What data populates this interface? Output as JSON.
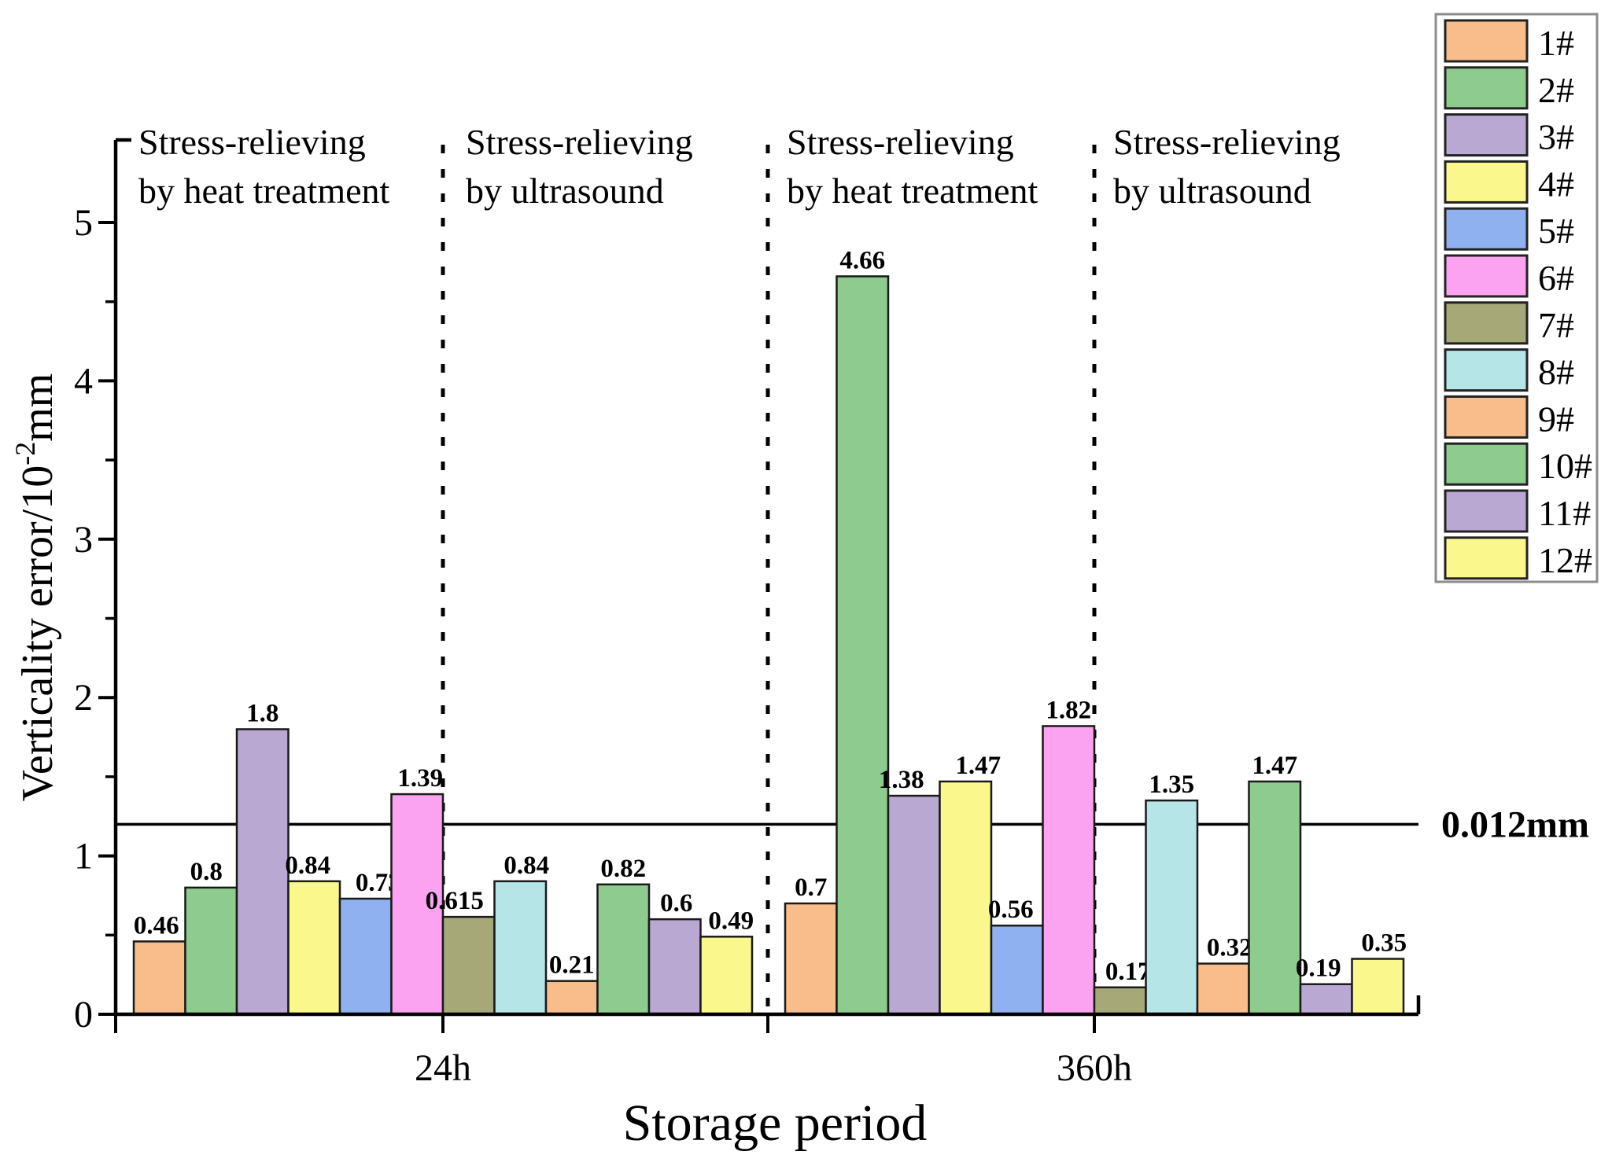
{
  "chart_data": {
    "type": "bar",
    "title": "",
    "xlabel": "Storage period",
    "ylabel": "Verticality error/10-2mm",
    "ylabel_parts": {
      "prefix": "Verticality error/10",
      "superscript": "-2",
      "suffix": "mm"
    },
    "ylim": [
      0,
      5.52
    ],
    "yticks": [
      "0",
      "1",
      "2",
      "3",
      "4",
      "5"
    ],
    "yminor": [
      0.5,
      1.5,
      2.5,
      3.5,
      4.5
    ],
    "grid": "off",
    "legend_position": "outside-right-top",
    "series_labels": [
      "1#",
      "2#",
      "3#",
      "4#",
      "5#",
      "6#",
      "7#",
      "8#",
      "9#",
      "10#",
      "11#",
      "12#"
    ],
    "series_colors": [
      "#f8bd8b",
      "#8ecb8e",
      "#b9a8d1",
      "#faf88d",
      "#8fb1ef",
      "#fba3f1",
      "#a7a878",
      "#b5e5e7",
      "#f8bd8b",
      "#8ecb8e",
      "#b9a8d1",
      "#faf88d"
    ],
    "bar_border_color": "#1a1a1a",
    "legend_border_color": "#8c8c8c",
    "categories": [
      "24h",
      "360h"
    ],
    "groups": [
      {
        "label": "24h",
        "value_labels": [
          "0.46",
          "0.8",
          "1.8",
          "0.84",
          "0.73",
          "1.39",
          "0.615",
          "0.84",
          "0.21",
          "0.82",
          "0.6",
          "0.49"
        ],
        "label_dx": [
          -4,
          -6,
          0,
          -8,
          16,
          4,
          -18,
          8,
          0,
          0,
          2,
          6
        ]
      },
      {
        "label": "360h",
        "value_labels": [
          "0.7",
          "4.66",
          "1.38",
          "1.47",
          "0.56",
          "1.82",
          "0.17",
          "1.35",
          "0.32",
          "1.47",
          "0.19",
          "0.35"
        ],
        "label_dx": [
          0,
          0,
          -16,
          16,
          -8,
          0,
          10,
          0,
          8,
          0,
          -10,
          8
        ]
      }
    ],
    "sections": [
      {
        "group": "24h",
        "lines": [
          "Stress-relieving",
          "by heat treatment"
        ]
      },
      {
        "group": "24h",
        "lines": [
          "Stress-relieving",
          "by ultrasound"
        ]
      },
      {
        "group": "360h",
        "lines": [
          "Stress-relieving",
          "by heat treatment"
        ]
      },
      {
        "group": "360h",
        "lines": [
          "Stress-relieving",
          "by ultrasound"
        ]
      }
    ],
    "threshold": {
      "value": 1.2,
      "label": "0.012mm"
    }
  }
}
